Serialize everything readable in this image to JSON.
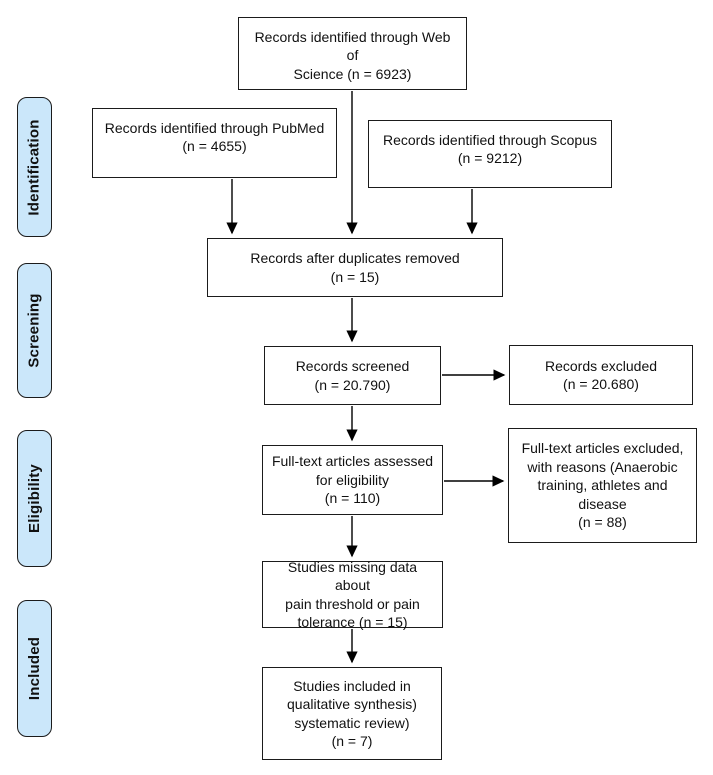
{
  "diagram": {
    "kind": "PRISMA flow diagram",
    "colors": {
      "stage_fill": "#cbe7fa",
      "border": "#1b1b1b",
      "arrow": "#000000",
      "background": "#ffffff"
    },
    "stages": [
      {
        "label": "Identification"
      },
      {
        "label": "Screening"
      },
      {
        "label": "Eligibility"
      },
      {
        "label": "Included"
      }
    ],
    "boxes": {
      "web_of_science": "Records identified through Web of\nScience (n = 6923)",
      "pubmed": "Records identified through PubMed\n(n = 4655)",
      "scopus": "Records identified through Scopus\n(n = 9212)",
      "duplicates_removed": "Records after duplicates removed\n(n = 15)",
      "records_screened": "Records screened\n(n = 20.790)",
      "records_excluded": "Records excluded\n(n = 20.680)",
      "fulltext_assessed": "Full-text articles assessed\nfor eligibility\n(n = 110)",
      "fulltext_excluded": "Full-text articles excluded,\nwith reasons (Anaerobic\ntraining, athletes and\ndisease\n(n = 88)",
      "missing_data": "Studies missing data about\npain threshold or pain\ntolerance (n = 15)",
      "studies_included": "Studies included in\nqualitative synthesis)\nsystematic review)\n(n = 7)"
    }
  }
}
